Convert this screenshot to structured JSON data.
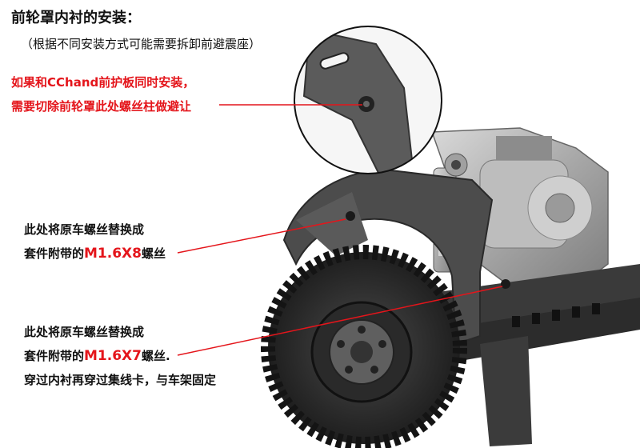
{
  "title": "前轮罩内衬的安装：",
  "subtitle": "（根据不同安装方式可能需要拆卸前避震座）",
  "note_conflict": {
    "line1": "如果和CChand前护板同时安装，",
    "line2": "需要切除前轮罩此处螺丝柱做避让"
  },
  "note_screw_upper": {
    "line1": "此处将原车螺丝替换成",
    "line2_prefix": "套件附带的",
    "screw_size": "M1.6X8",
    "line2_suffix": "螺丝"
  },
  "note_screw_lower": {
    "line1": "此处将原车螺丝替换成",
    "line2_prefix": "套件附带的",
    "screw_size": "M1.6X7",
    "line2_suffix": "螺丝.",
    "line3": "穿过内衬再穿过集线卡，与车架固定"
  },
  "colors": {
    "accent": "#e4151b",
    "text": "#111111",
    "background": "#ffffff"
  }
}
